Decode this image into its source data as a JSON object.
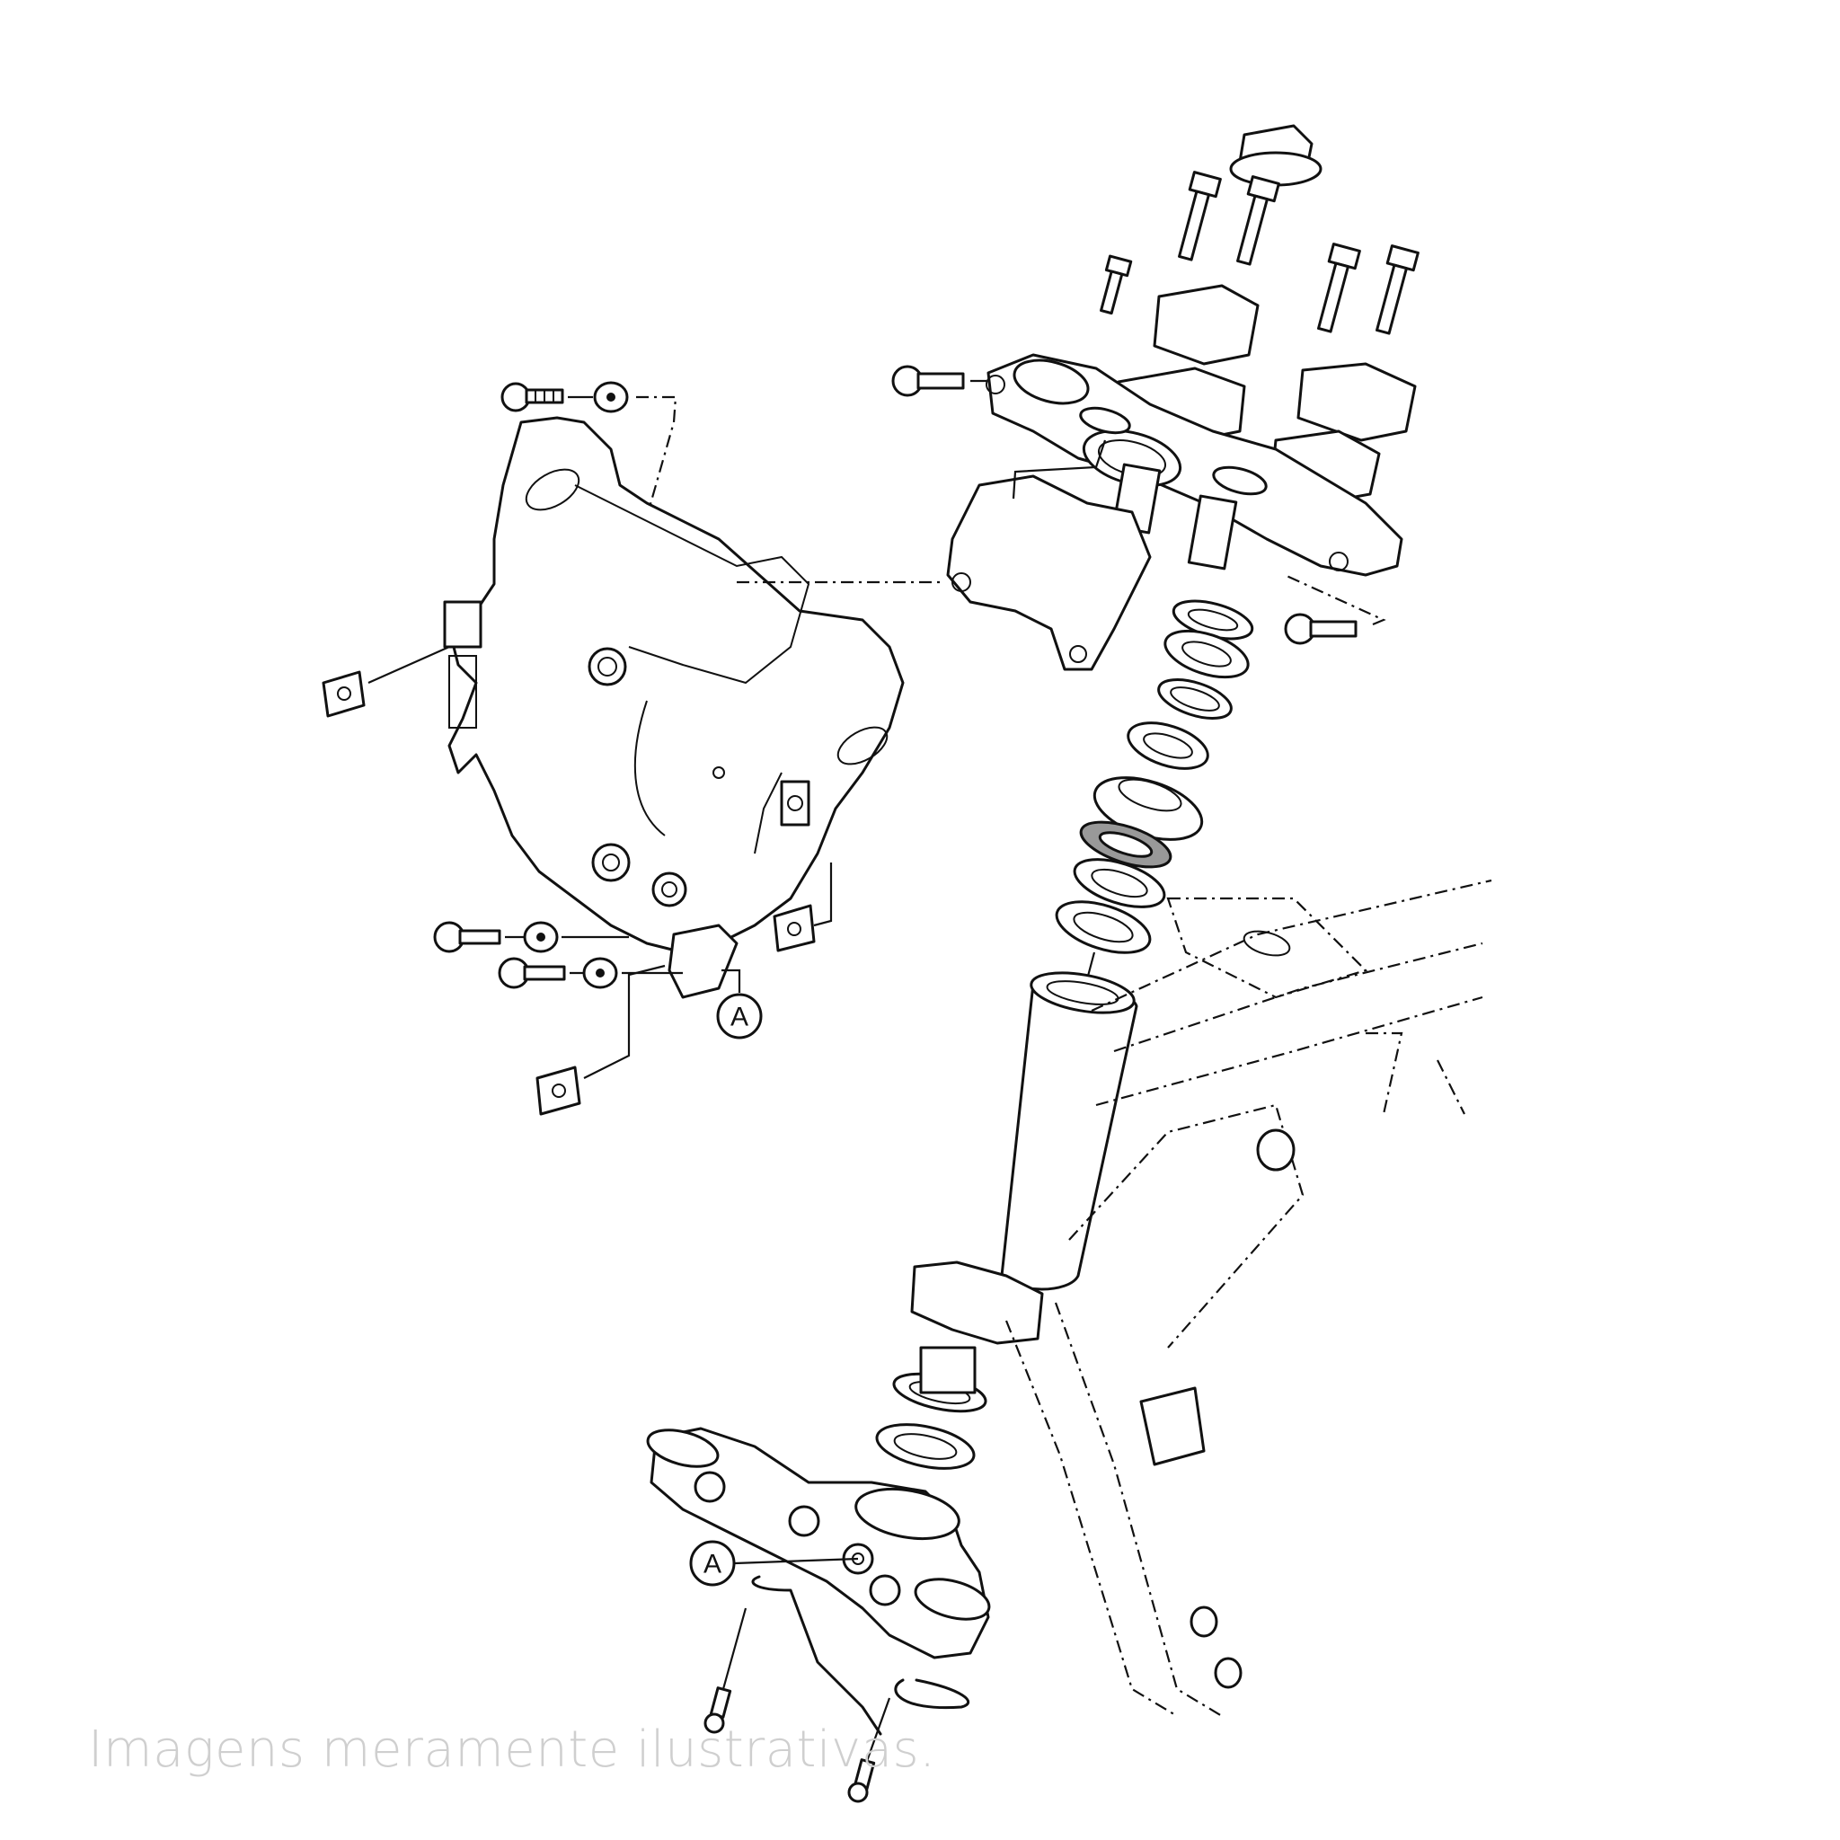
{
  "diagram": {
    "subject": "Motorcycle steering head exploded view",
    "callouts": [
      {
        "id": "A",
        "label": "A",
        "position": "upper-left-bracket"
      },
      {
        "id": "A",
        "label": "A",
        "position": "lower-triple-clamp"
      }
    ],
    "groups": [
      {
        "name": "headlight-bracket-assembly",
        "parts": [
          "bracket",
          "bolts",
          "washers",
          "clip-nuts"
        ]
      },
      {
        "name": "upper-triple-clamp-assembly",
        "parts": [
          "steering-stem-nut",
          "handlebar-holder-bolts",
          "handlebar-holders",
          "upper-bracket",
          "pinch-bolts"
        ]
      },
      {
        "name": "steering-bearing-stack",
        "parts": [
          "lock-nut",
          "lock-washer",
          "adjusting-nut",
          "dust-seal",
          "upper-race",
          "ball-bearing",
          "outer-race"
        ]
      },
      {
        "name": "frame",
        "parts": [
          "head-pipe",
          "main-frame"
        ]
      },
      {
        "name": "lower-triple-clamp-assembly",
        "parts": [
          "lower-bracket",
          "bearing",
          "dust-seal",
          "brake-hose-guide",
          "screws"
        ]
      }
    ]
  },
  "watermark": {
    "text": "Imagens meramente ilustrativas.",
    "color": "#cfcfcf"
  }
}
